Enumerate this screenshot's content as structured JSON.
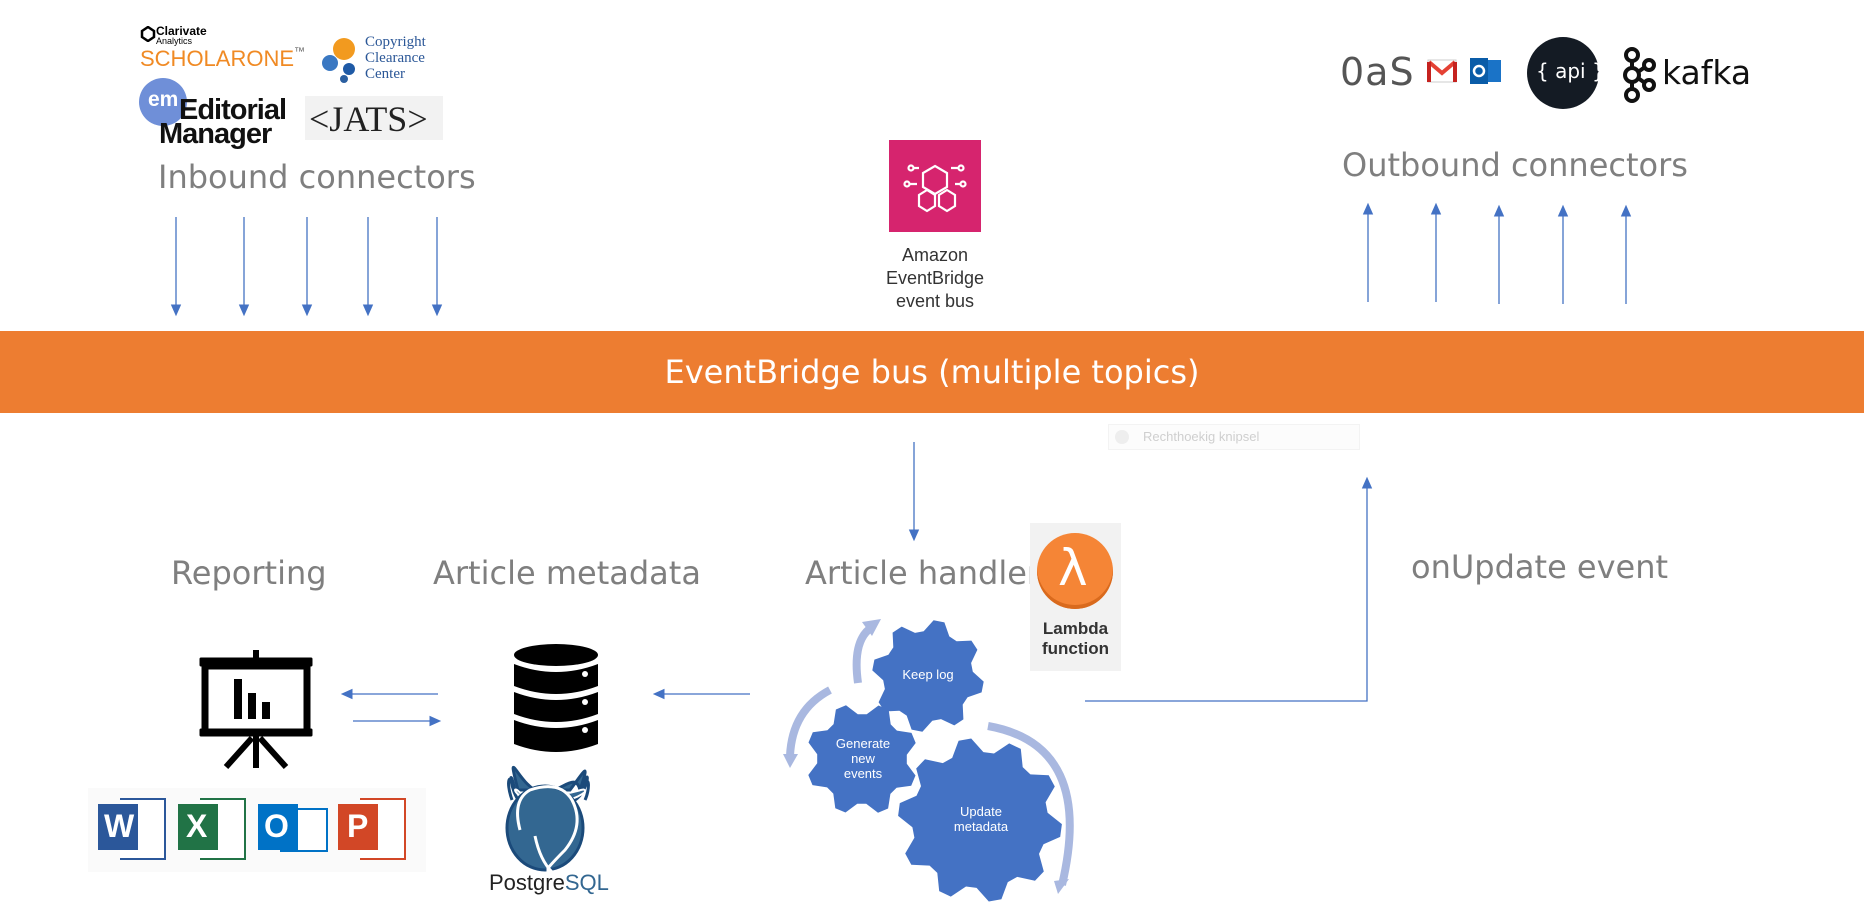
{
  "inbound": {
    "title": "Inbound connectors",
    "logos": {
      "clarivate_line1": "Clarivate",
      "clarivate_line2": "Analytics",
      "scholarone_a": "SCHOLAR",
      "scholarone_b": "ONE",
      "scholarone_tm": "™",
      "ccc_line1": "Copyright",
      "ccc_line2": "Clearance",
      "ccc_line3": "Center",
      "em_badge": "em",
      "em_line1": "Editorial",
      "em_line2": "Manager",
      "jats": "<JATS>"
    }
  },
  "eventbridge_service": {
    "line1": "Amazon",
    "line2": "EventBridge",
    "line3": "event bus"
  },
  "outbound": {
    "title": "Outbound connectors",
    "logos": {
      "oas": "0aS",
      "gmail": "M",
      "outlook": "o",
      "api": "{ api }",
      "kafka": "kafka"
    }
  },
  "bus": {
    "label": "EventBridge bus (multiple topics)"
  },
  "snip_overlay": {
    "text": "Rechthoekig knipsel"
  },
  "sections": {
    "reporting": "Reporting",
    "article_metadata": "Article metadata",
    "article_handler": "Article handler",
    "on_update": "onUpdate event"
  },
  "lambda": {
    "symbol": "λ",
    "line1": "Lambda",
    "line2": "function"
  },
  "gears": {
    "keep_log": "Keep log",
    "generate_line1": "Generate",
    "generate_line2": "new",
    "generate_line3": "events",
    "update_line1": "Update",
    "update_line2": "metadata"
  },
  "postgres": {
    "text_a": "Postgre",
    "text_b": "SQL"
  },
  "office": {
    "word": "W",
    "excel": "X",
    "outlook": "O",
    "powerpoint": "P"
  },
  "colors": {
    "accent_blue": "#4472c4",
    "bus_orange": "#ed7d31",
    "gear_blue": "#4472c4",
    "arc_blue": "#a9b8e0",
    "eventbridge_pink": "#d6246e",
    "lambda_orange": "#f58536"
  }
}
